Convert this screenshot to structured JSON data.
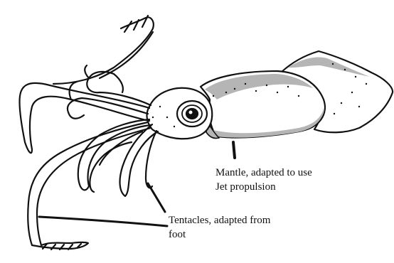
{
  "labels": {
    "mantle": {
      "line1": "Mantle, adapted to use",
      "line2": "Jet propulsion"
    },
    "tentacles": {
      "line1": "Tentacles, adapted from",
      "line2": "foot"
    }
  },
  "colors": {
    "ink": "#111111",
    "shading": "#b5b5b5",
    "background": "#ffffff"
  }
}
